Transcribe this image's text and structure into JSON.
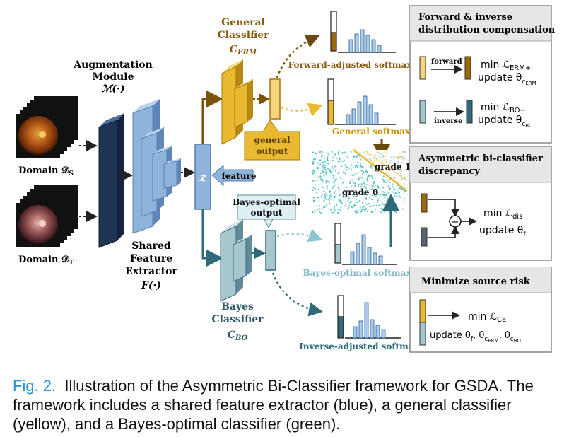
{
  "augmentation": {
    "title1": "Augmentation",
    "title2": "Module",
    "symbol": "ℳ(·)"
  },
  "domains": {
    "source": "Domain 𝒟",
    "source_sub": "S",
    "target": "Domain 𝒟",
    "target_sub": "T"
  },
  "extractor": {
    "l1": "Shared",
    "l2": "Feature",
    "l3": "Extractor",
    "symbol": "F(·)"
  },
  "z_label": "z",
  "feature_label": "feature",
  "general_classifier": {
    "l1": "General",
    "l2": "Classifier",
    "sym": "C",
    "sub": "ERM"
  },
  "general_output": {
    "l1": "general",
    "l2": "output"
  },
  "bayes_classifier": {
    "l1": "Bayes",
    "l2": "Classifier",
    "sym": "C",
    "sub": "BO"
  },
  "bayes_output": {
    "l1": "Bayes-optimal",
    "l2": "output"
  },
  "softmax": {
    "forward": "Forward-adjusted softmax",
    "general": "General softmax",
    "bayes": "Bayes-optimal softmax",
    "inverse": "Inverse-adjusted softmax"
  },
  "scatter": {
    "grade0": "grade 0",
    "grade1": "grade 1"
  },
  "panel1": {
    "title1": "Forward & inverse",
    "title2": "distribution compensation",
    "forward": "forward",
    "inverse": "inverse",
    "min_erm": "min ℒ",
    "min_erm_sub": "ERM+",
    "upd_erm": "update θ",
    "upd_erm_sub": "c",
    "upd_erm_subsub": "ERM",
    "min_bo": "min ℒ",
    "min_bo_sub": "BO−",
    "upd_bo": "update θ",
    "upd_bo_sub": "c",
    "upd_bo_subsub": "BO"
  },
  "panel2": {
    "title1": "Asymmetric bi-classifier",
    "title2": "discrepancy",
    "min": "min ℒ",
    "min_sub": "dis",
    "update": "update  θ",
    "update_sub": "f",
    "op": "−"
  },
  "panel3": {
    "title": "Minimize source risk",
    "min": "min ℒ",
    "min_sub": "CE",
    "update": "update θ",
    "upd_f": "f",
    "upd_c1": "c",
    "upd_c1s": "ERM",
    "upd_c2": "c",
    "upd_c2s": "BO"
  },
  "caption": {
    "fig": "Fig. 2.",
    "text": "Illustration of the Asymmetric Bi-Classifier framework for GSDA. The framework includes a shared feature extractor (blue), a general classifier (yellow), and a Bayes-optimal classifier (green)."
  },
  "colors": {
    "navy": "#1f3556",
    "blue_block": "#8fb4dc",
    "gold": "#e8b931",
    "gold_dark": "#a8770c",
    "teal": "#2e6a78",
    "teal_block": "#a7c7cf",
    "brown_text": "#8a5a10"
  }
}
